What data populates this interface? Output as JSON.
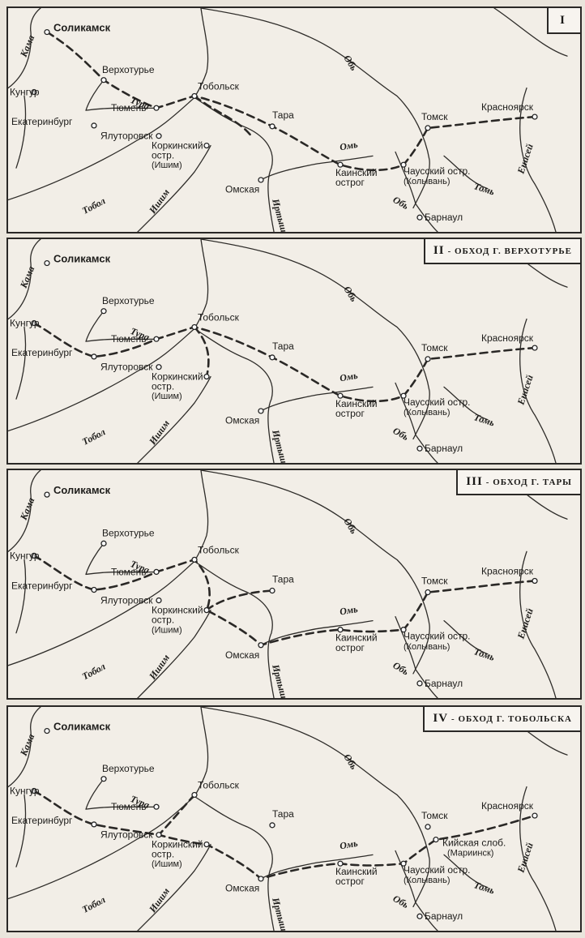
{
  "panels": [
    {
      "numeral": "I",
      "caption": "",
      "route": "I",
      "extra_towns": []
    },
    {
      "numeral": "II",
      "caption": "- ОБХОД Г. ВЕРХОТУРЬЕ",
      "route": "II",
      "extra_towns": []
    },
    {
      "numeral": "III",
      "caption": "- ОБХОД Г. ТАРЫ",
      "route": "III",
      "extra_towns": []
    },
    {
      "numeral": "IV",
      "caption": "- ОБХОД Г. ТОБОЛЬСКА",
      "route": "IV",
      "extra_towns": [
        "kiiskaya"
      ]
    }
  ],
  "towns": {
    "solikamsk": "Соликамск",
    "verkhoturye": "Верхотурье",
    "kungur": "Кунгур",
    "tyumen": "Тюмень",
    "ekaterinburg": "Екатеринбург",
    "yalutorovsk": "Ялуторовск",
    "tobolsk": "Тобольск",
    "korkinsky_1": "Коркинский",
    "korkinsky_2": "остр.",
    "korkinsky_3": "(Ишим)",
    "tara": "Тара",
    "omskaya": "Омская",
    "kainsky_1": "Каинский",
    "kainsky_2": "острог",
    "tomsk": "Томск",
    "chaussky_1": "Чаусский остр.",
    "chaussky_2": "(Колывань)",
    "barnaul": "Барнаул",
    "krasnoyarsk": "Красноярск",
    "kiiskaya_1": "Кийская слоб.",
    "kiiskaya_2": "(Мариинск)"
  },
  "rivers": {
    "kama": "Кама",
    "tura": "Тура",
    "tobol": "Тобол",
    "ishim": "Ишим",
    "irtysh": "Иртыш",
    "om": "Омь",
    "ob_north": "Обь",
    "ob_south": "Обь",
    "tom": "Томь",
    "enisei": "Енисей"
  }
}
